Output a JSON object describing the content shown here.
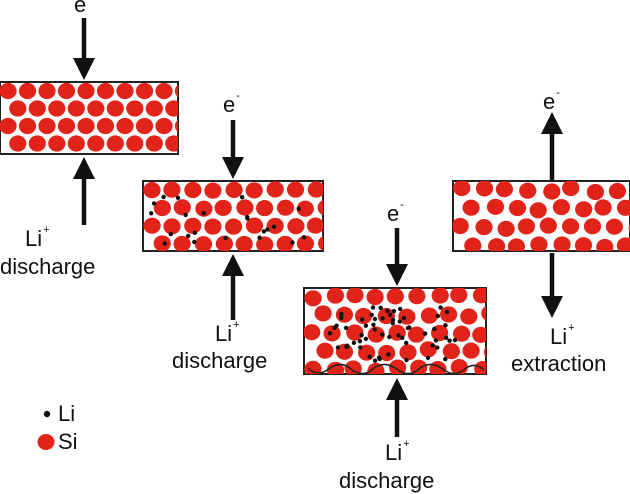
{
  "colors": {
    "si_particle": "#e2231a",
    "li_dot": "#111111",
    "box_border": "#222222",
    "arrow": "#111111",
    "background": "#ffffff"
  },
  "symbols": {
    "electron": "e",
    "electron_charge": "-",
    "lithium": "Li",
    "lithium_charge": "+"
  },
  "stages": [
    {
      "process_label": ""
    },
    {
      "process_label": "discharge"
    },
    {
      "process_label": "discharge"
    },
    {
      "process_label": "discharge"
    },
    {
      "process_label": "extraction"
    }
  ],
  "legend": [
    {
      "icon": "li-dot-icon",
      "label": "Li"
    },
    {
      "icon": "si-particle-icon",
      "label": "Si"
    }
  ]
}
